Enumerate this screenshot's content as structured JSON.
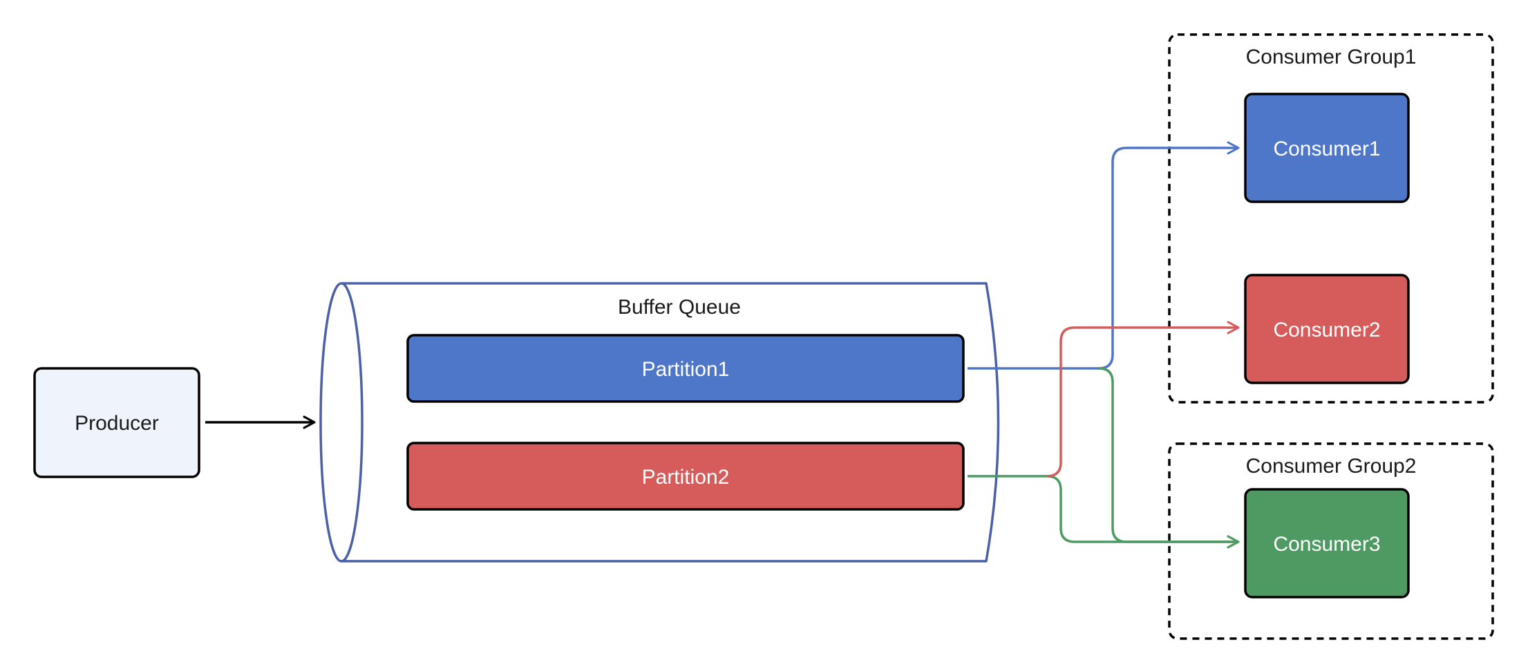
{
  "nodes": {
    "producer": {
      "label": "Producer"
    },
    "buffer_queue": {
      "label": "Buffer Queue"
    },
    "partition1": {
      "label": "Partition1"
    },
    "partition2": {
      "label": "Partition2"
    },
    "consumer_group1": {
      "label": "Consumer Group1"
    },
    "consumer_group2": {
      "label": "Consumer Group2"
    },
    "consumer1": {
      "label": "Consumer1"
    },
    "consumer2": {
      "label": "Consumer2"
    },
    "consumer3": {
      "label": "Consumer3"
    }
  },
  "edges": [
    {
      "from": "producer",
      "to": "buffer_queue",
      "color": "#000000"
    },
    {
      "from": "partition1",
      "to": "consumer1",
      "color": "#4f77c9"
    },
    {
      "from": "partition1",
      "to": "consumer3",
      "color": "#4e9a62"
    },
    {
      "from": "partition2",
      "to": "consumer2",
      "color": "#d55c5b"
    },
    {
      "from": "partition2",
      "to": "consumer3",
      "color": "#4e9a62"
    }
  ],
  "colors": {
    "blue": "#4f77c9",
    "red": "#d55c5b",
    "green": "#4e9a62",
    "producer_fill": "#eef3fc",
    "queue_stroke": "#4a60a8",
    "black": "#000000"
  }
}
